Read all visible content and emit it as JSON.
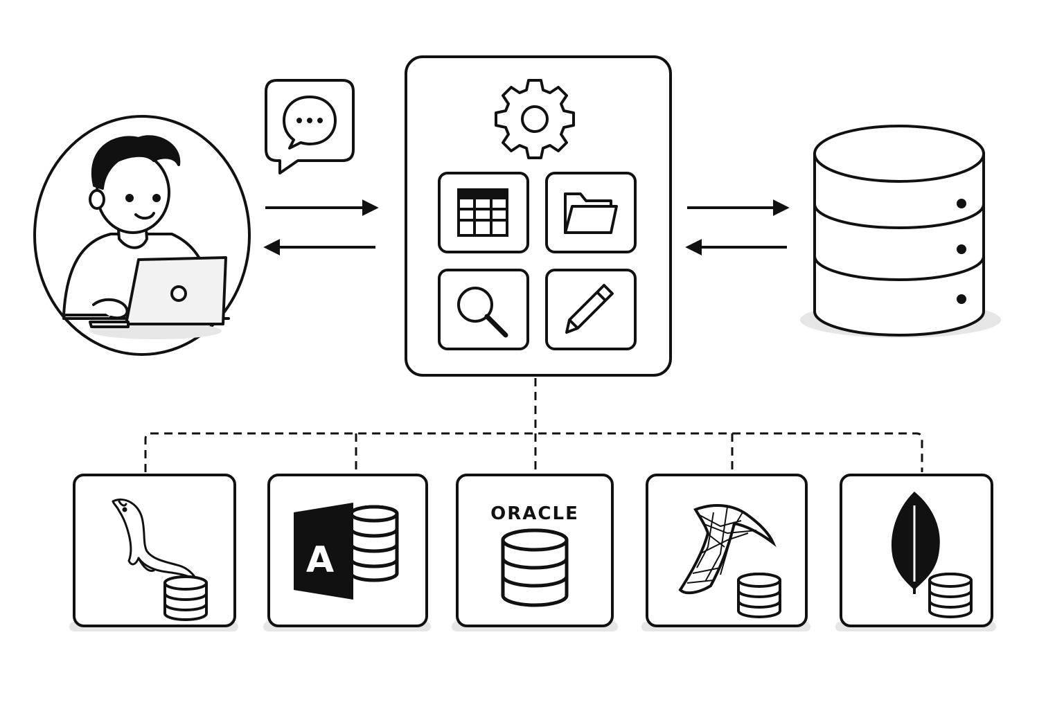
{
  "user": {
    "icon": "user-at-laptop-icon",
    "bubble_icon": "chat-bubble-icon"
  },
  "app_panel": {
    "header_icon": "gear-icon",
    "tiles": [
      {
        "icon": "table-icon"
      },
      {
        "icon": "folder-icon"
      },
      {
        "icon": "search-icon"
      },
      {
        "icon": "edit-pencil-icon"
      }
    ]
  },
  "database": {
    "icon": "database-server-icon"
  },
  "connectors": {
    "style": "dashed"
  },
  "db_engines": [
    {
      "icon": "mysql-dolphin-icon"
    },
    {
      "icon": "ms-access-icon",
      "logo_letter": "A"
    },
    {
      "icon": "oracle-icon",
      "logo_text": "ORACLE"
    },
    {
      "icon": "sql-server-icon"
    },
    {
      "icon": "mongodb-leaf-icon"
    }
  ],
  "colors": {
    "stroke": "#111111",
    "shadow": "#e6e6e6",
    "fill": "#ffffff",
    "laptop": "#f2f2f2"
  }
}
